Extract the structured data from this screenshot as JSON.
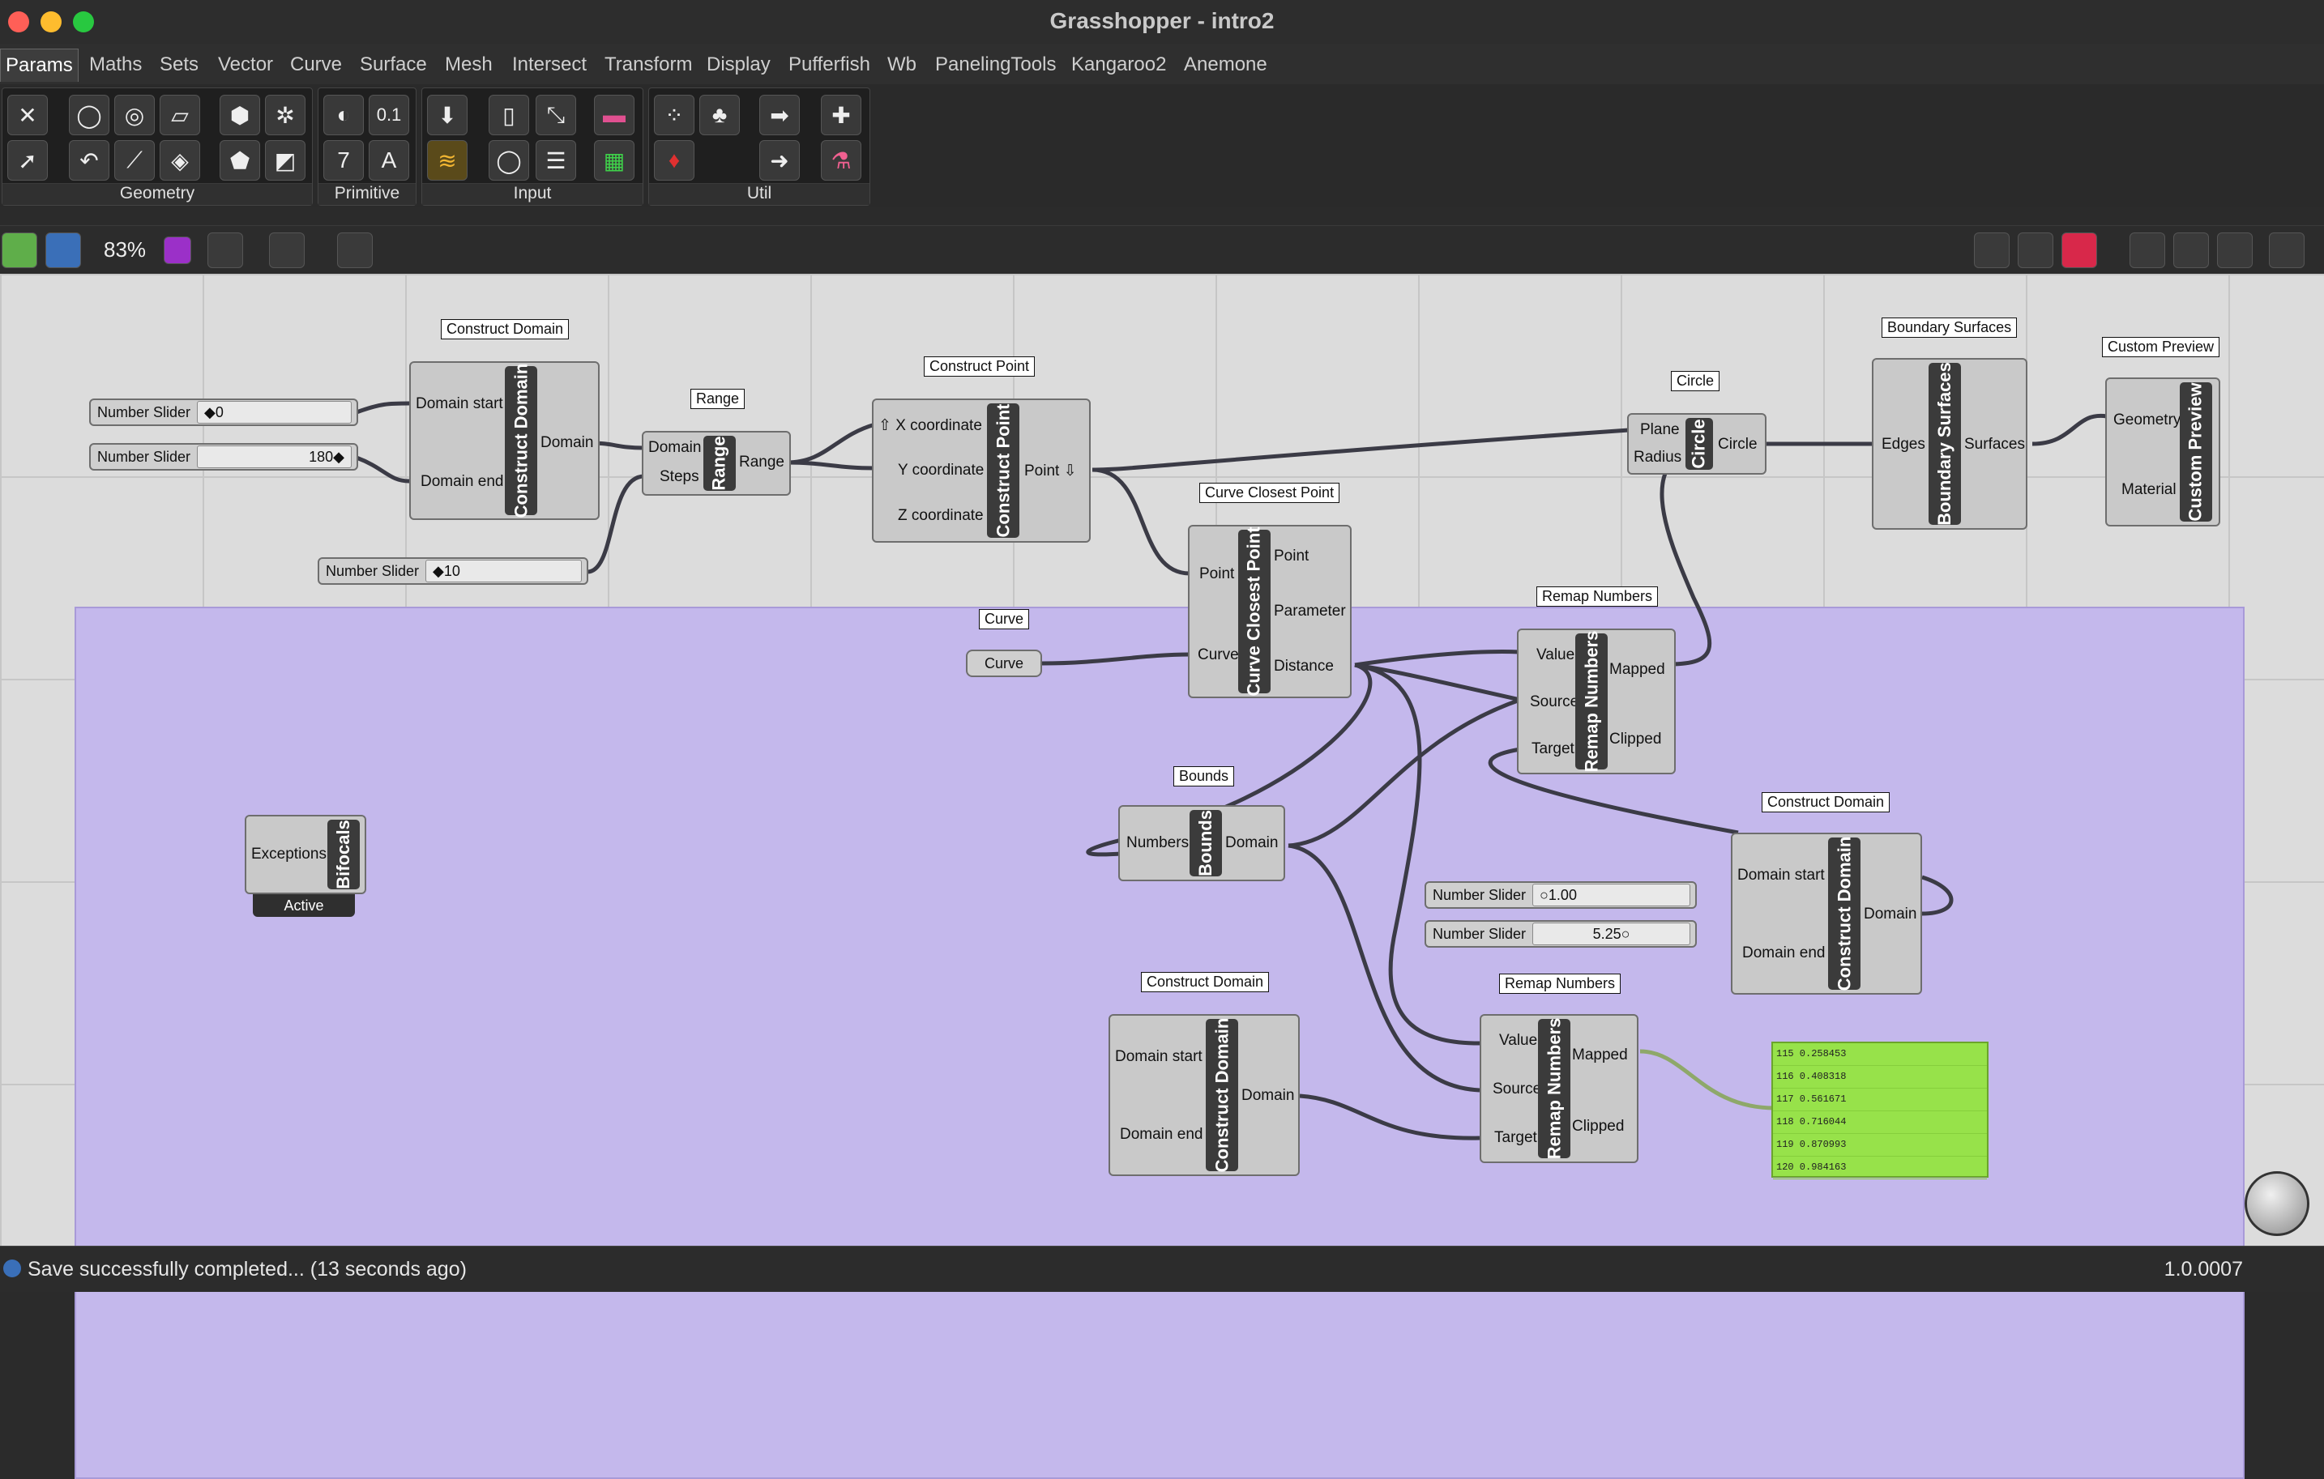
{
  "window": {
    "title": "Grasshopper - intro2"
  },
  "menu": [
    "Params",
    "Maths",
    "Sets",
    "Vector",
    "Curve",
    "Surface",
    "Mesh",
    "Intersect",
    "Transform",
    "Display",
    "Pufferfish",
    "Wb",
    "PanelingTools",
    "Kangaroo2",
    "Anemone"
  ],
  "ribbon": {
    "panels": [
      "Geometry",
      "Primitive",
      "Input",
      "Util"
    ],
    "primitive_icons": [
      "0.1",
      "7",
      "A"
    ]
  },
  "toolbar": {
    "zoom": "83%"
  },
  "components": {
    "construct_domain_1": {
      "label": "Construct Domain",
      "core": "Construct Domain",
      "in": [
        "Domain start",
        "Domain end"
      ],
      "out": [
        "Domain"
      ]
    },
    "range": {
      "label": "Range",
      "core": "Range",
      "in": [
        "Domain",
        "Steps"
      ],
      "out": [
        "Range"
      ]
    },
    "construct_point": {
      "label": "Construct Point",
      "core": "Construct Point",
      "in": [
        "X coordinate",
        "Y coordinate",
        "Z coordinate"
      ],
      "out": [
        "Point"
      ]
    },
    "curve_closest_point": {
      "label": "Curve Closest Point",
      "core": "Curve Closest Point",
      "in": [
        "Point",
        "Curve"
      ],
      "out": [
        "Point",
        "Parameter",
        "Distance"
      ]
    },
    "circle": {
      "label": "Circle",
      "core": "Circle",
      "in": [
        "Plane",
        "Radius"
      ],
      "out": [
        "Circle"
      ]
    },
    "boundary_surfaces": {
      "label": "Boundary Surfaces",
      "core": "Boundary Surfaces",
      "in": [
        "Edges"
      ],
      "out": [
        "Surfaces"
      ]
    },
    "custom_preview": {
      "label": "Custom Preview",
      "core": "Custom Preview",
      "in": [
        "Geometry",
        "Material"
      ]
    },
    "remap_1": {
      "label": "Remap Numbers",
      "core": "Remap Numbers",
      "in": [
        "Value",
        "Source",
        "Target"
      ],
      "out": [
        "Mapped",
        "Clipped"
      ]
    },
    "curve_param": {
      "label": "Curve",
      "core": "Curve"
    },
    "bounds": {
      "label": "Bounds",
      "core": "Bounds",
      "in": [
        "Numbers"
      ],
      "out": [
        "Domain"
      ]
    },
    "construct_domain_2": {
      "label": "Construct Domain",
      "core": "Construct Domain",
      "in": [
        "Domain start",
        "Domain end"
      ],
      "out": [
        "Domain"
      ]
    },
    "construct_domain_3": {
      "label": "Construct Domain",
      "core": "Construct Domain",
      "in": [
        "Domain start",
        "Domain end"
      ],
      "out": [
        "Domain"
      ]
    },
    "remap_2": {
      "label": "Remap Numbers",
      "core": "Remap Numbers",
      "in": [
        "Value",
        "Source",
        "Target"
      ],
      "out": [
        "Mapped",
        "Clipped"
      ]
    },
    "bifocals": {
      "core": "Bifocals",
      "in": [
        "Exceptions"
      ],
      "footer": "Active"
    }
  },
  "sliders": [
    {
      "name": "Number Slider",
      "value": "0"
    },
    {
      "name": "Number Slider",
      "value": "180"
    },
    {
      "name": "Number Slider",
      "value": "10"
    },
    {
      "name": "Number Slider",
      "value": "1.00"
    },
    {
      "name": "Number Slider",
      "value": "5.25"
    }
  ],
  "panel_output": {
    "rows": [
      "115 0.258453",
      "116 0.408318",
      "117 0.561671",
      "118 0.716044",
      "119 0.870993",
      "120 0.984163"
    ]
  },
  "status": {
    "message": "Save successfully completed... (13 seconds ago)",
    "version": "1.0.0007"
  }
}
